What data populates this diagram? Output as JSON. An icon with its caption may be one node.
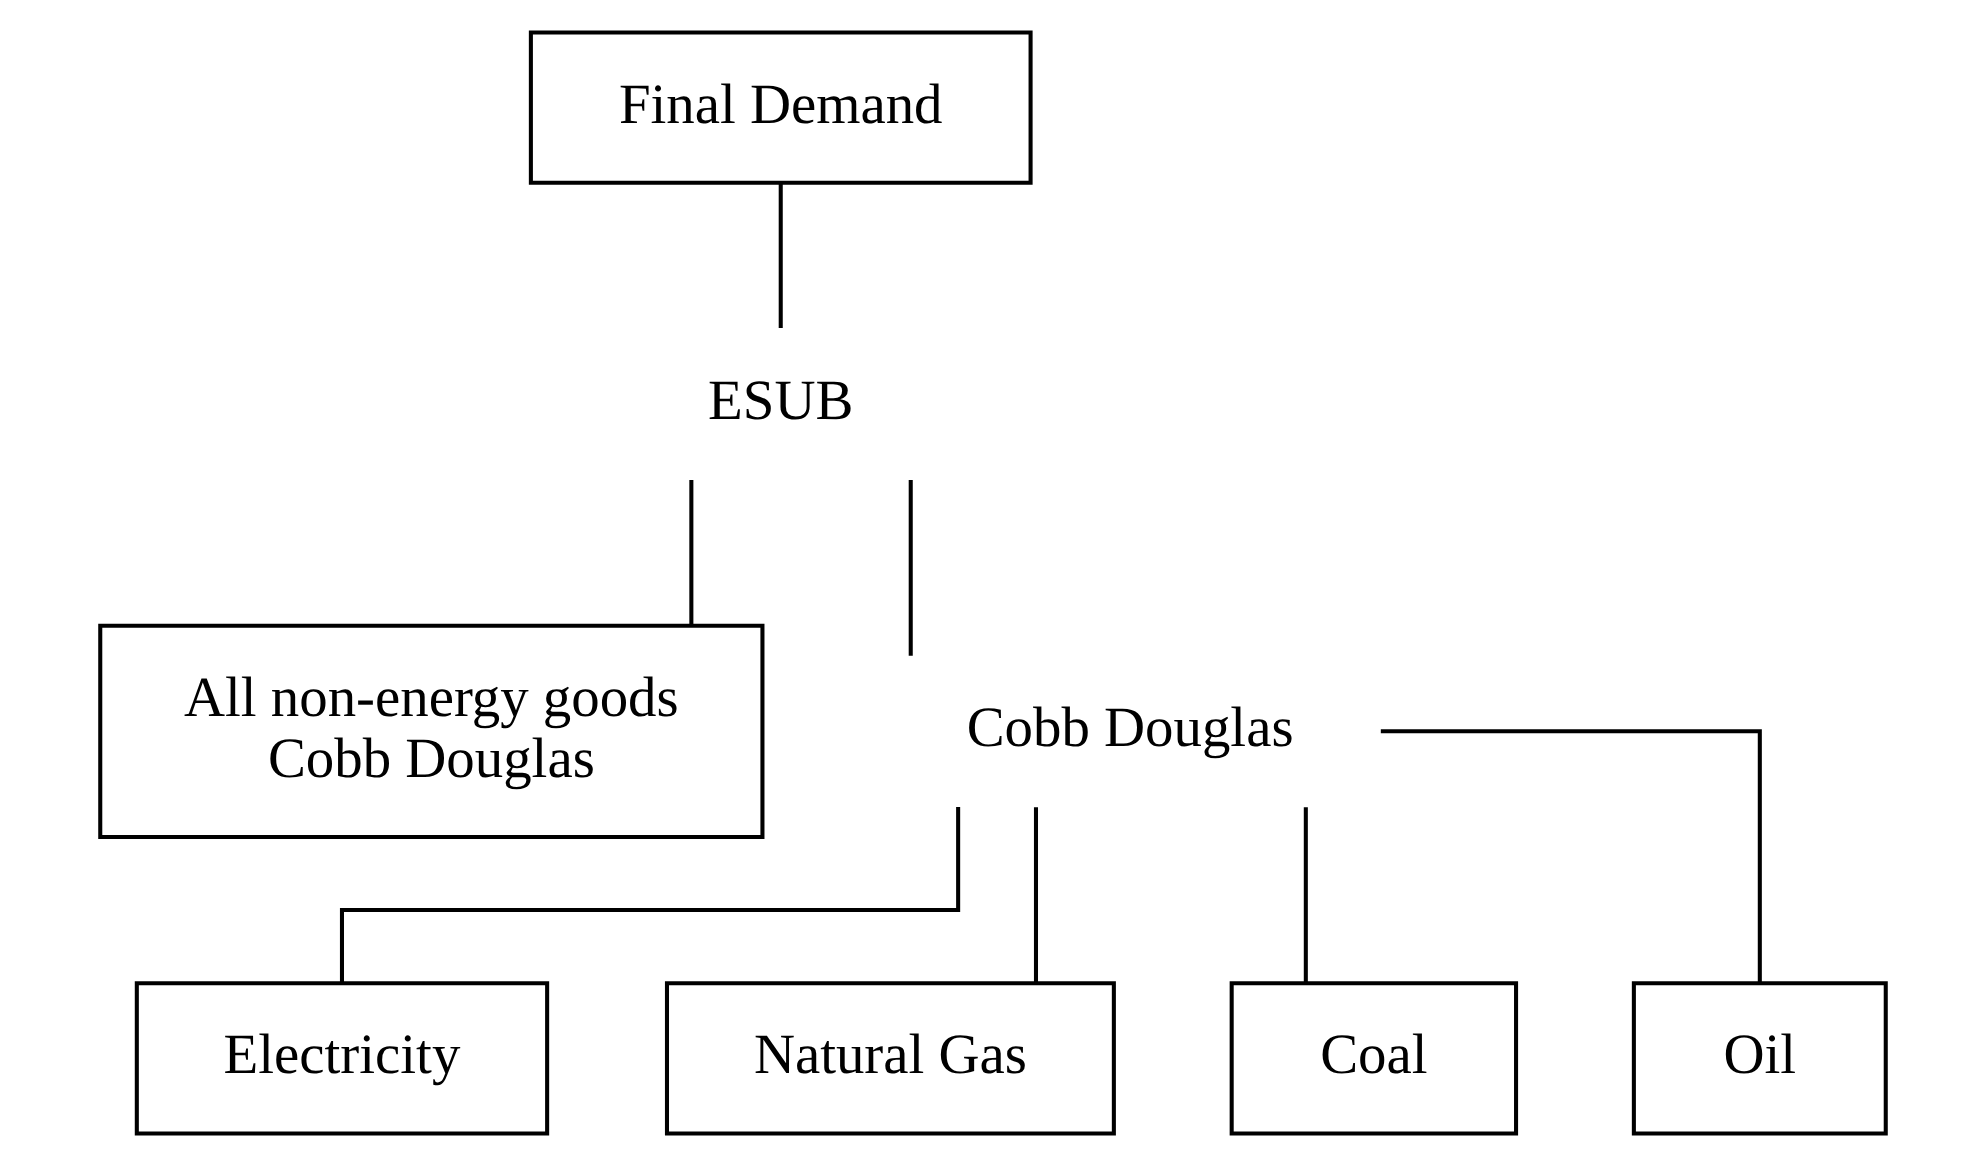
{
  "diagram": {
    "nodes": [
      {
        "text": [
          "Final Demand"
        ]
      },
      {
        "text": [
          "ESUB"
        ]
      },
      {
        "text": [
          "All non-energy goods",
          "Cobb Douglas"
        ]
      },
      {
        "text": [
          "Cobb Douglas"
        ]
      },
      {
        "text": [
          "Electricity"
        ]
      },
      {
        "text": [
          "Natural Gas"
        ]
      },
      {
        "text": [
          "Coal"
        ]
      },
      {
        "text": [
          "Oil"
        ]
      }
    ],
    "edges": [
      {
        "from": 0,
        "to": 1,
        "arrow": "none"
      },
      {
        "from": 1,
        "to": 2,
        "arrow": "none"
      },
      {
        "from": 1,
        "to": 3,
        "arrow": "none"
      },
      {
        "from": 3,
        "to": 4,
        "arrow": "none"
      },
      {
        "from": 3,
        "to": 5,
        "arrow": "none"
      },
      {
        "from": 3,
        "to": 6,
        "arrow": "none"
      },
      {
        "from": 3,
        "to": 7,
        "arrow": "none"
      }
    ]
  }
}
